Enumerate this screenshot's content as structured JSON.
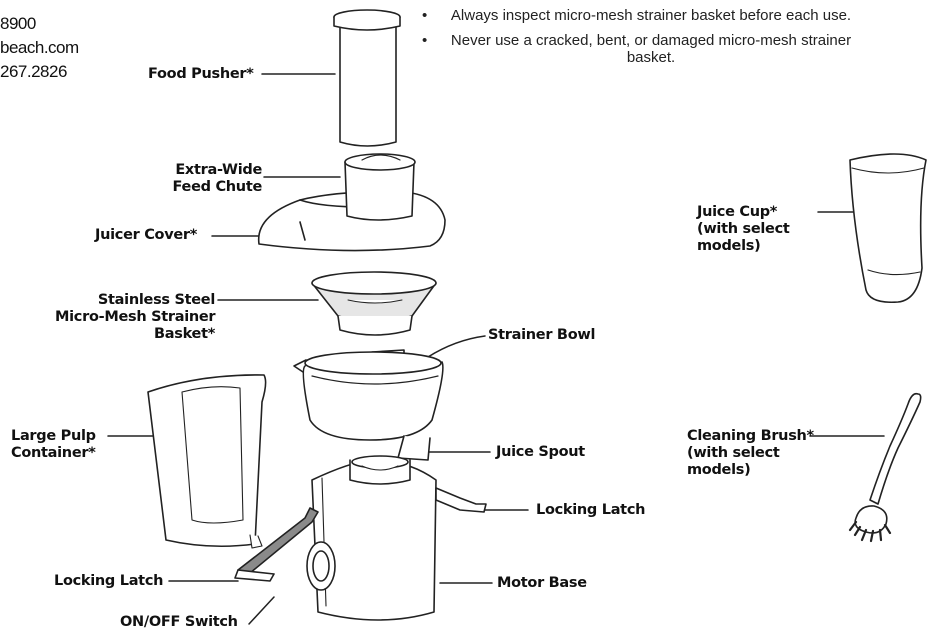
{
  "contact_lines": [
    "8900",
    "beach.com",
    "267.2826"
  ],
  "warnings": [
    "Always inspect micro-mesh strainer basket before each use.",
    "Never use a cracked, bent, or damaged micro-mesh strainer basket."
  ],
  "labels": {
    "food_pusher": "Food Pusher*",
    "feed_chute": [
      "Extra-Wide",
      "Feed Chute"
    ],
    "juicer_cover": "Juicer Cover*",
    "strainer_basket": [
      "Stainless Steel",
      "Micro-Mesh Strainer",
      "Basket*"
    ],
    "strainer_bowl": "Strainer Bowl",
    "pulp_container": [
      "Large Pulp",
      "Container*"
    ],
    "juice_spout": "Juice Spout",
    "locking_latch_right": "Locking Latch",
    "locking_latch_left": "Locking Latch",
    "motor_base": "Motor Base",
    "on_off_switch": "ON/OFF Switch",
    "juice_cup": [
      "Juice Cup*",
      "(with select",
      "models)"
    ],
    "cleaning_brush": [
      "Cleaning Brush*",
      "(with select",
      "models)"
    ]
  }
}
